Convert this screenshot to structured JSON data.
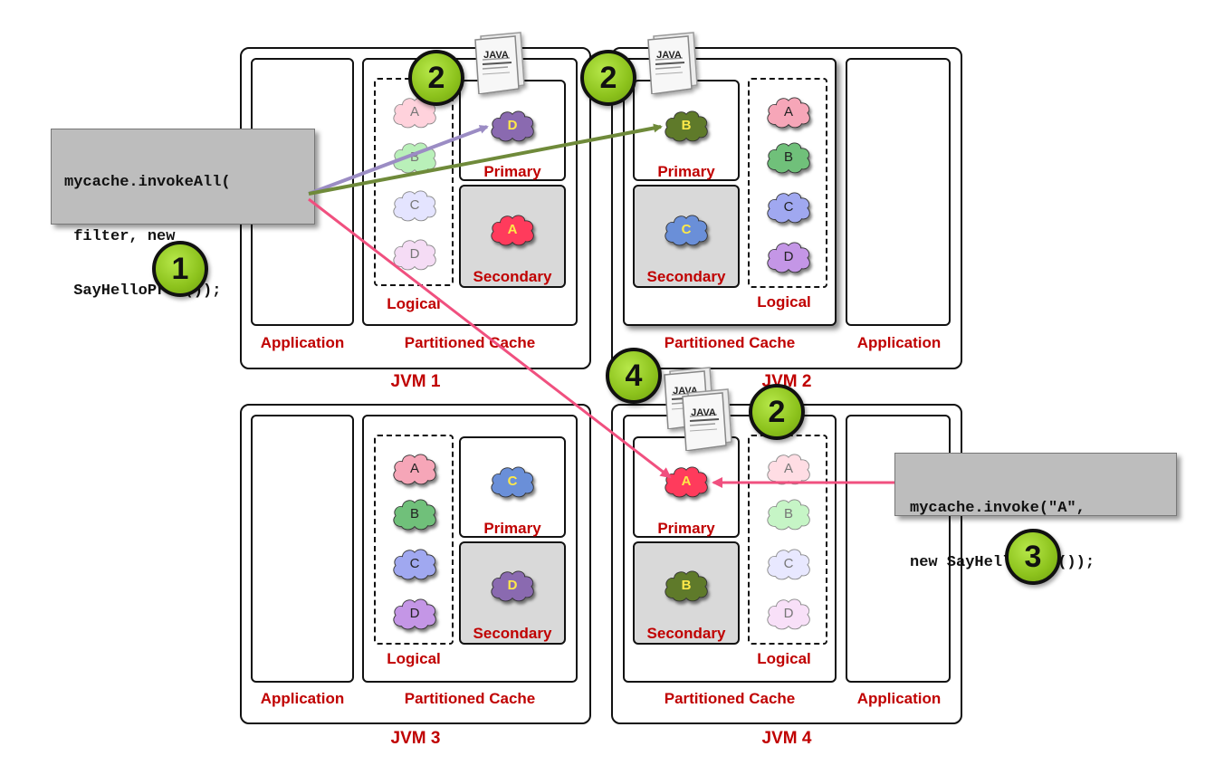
{
  "code_boxes": {
    "invoke_all": [
      "mycache.invokeAll(",
      " filter, new",
      " SayHelloProc());"
    ],
    "invoke_one": [
      "mycache.invoke(\"A\",",
      "new SayHelloProc());"
    ]
  },
  "steps": {
    "one": "1",
    "two": "2",
    "three": "3",
    "four": "4"
  },
  "labels": {
    "application": "Application",
    "partitioned_cache": "Partitioned Cache",
    "primary": "Primary",
    "secondary": "Secondary",
    "logical": "Logical",
    "doc_title": "JAVA"
  },
  "jvms": {
    "jvm1": "JVM 1",
    "jvm2": "JVM 2",
    "jvm3": "JVM 3",
    "jvm4": "JVM 4"
  },
  "partitions": {
    "a": "A",
    "b": "B",
    "c": "C",
    "d": "D"
  },
  "colors": {
    "label_red": "#c00000",
    "arrow_purple": "#9b8cc4",
    "arrow_green": "#6f8a3a",
    "arrow_pink": "#f0507f",
    "partition_a": "#ff3a5c",
    "partition_b": "#5f7a2c",
    "partition_c": "#6a8fd8",
    "partition_d": "#8a6ab0",
    "badge_green": "#8cc21c"
  }
}
